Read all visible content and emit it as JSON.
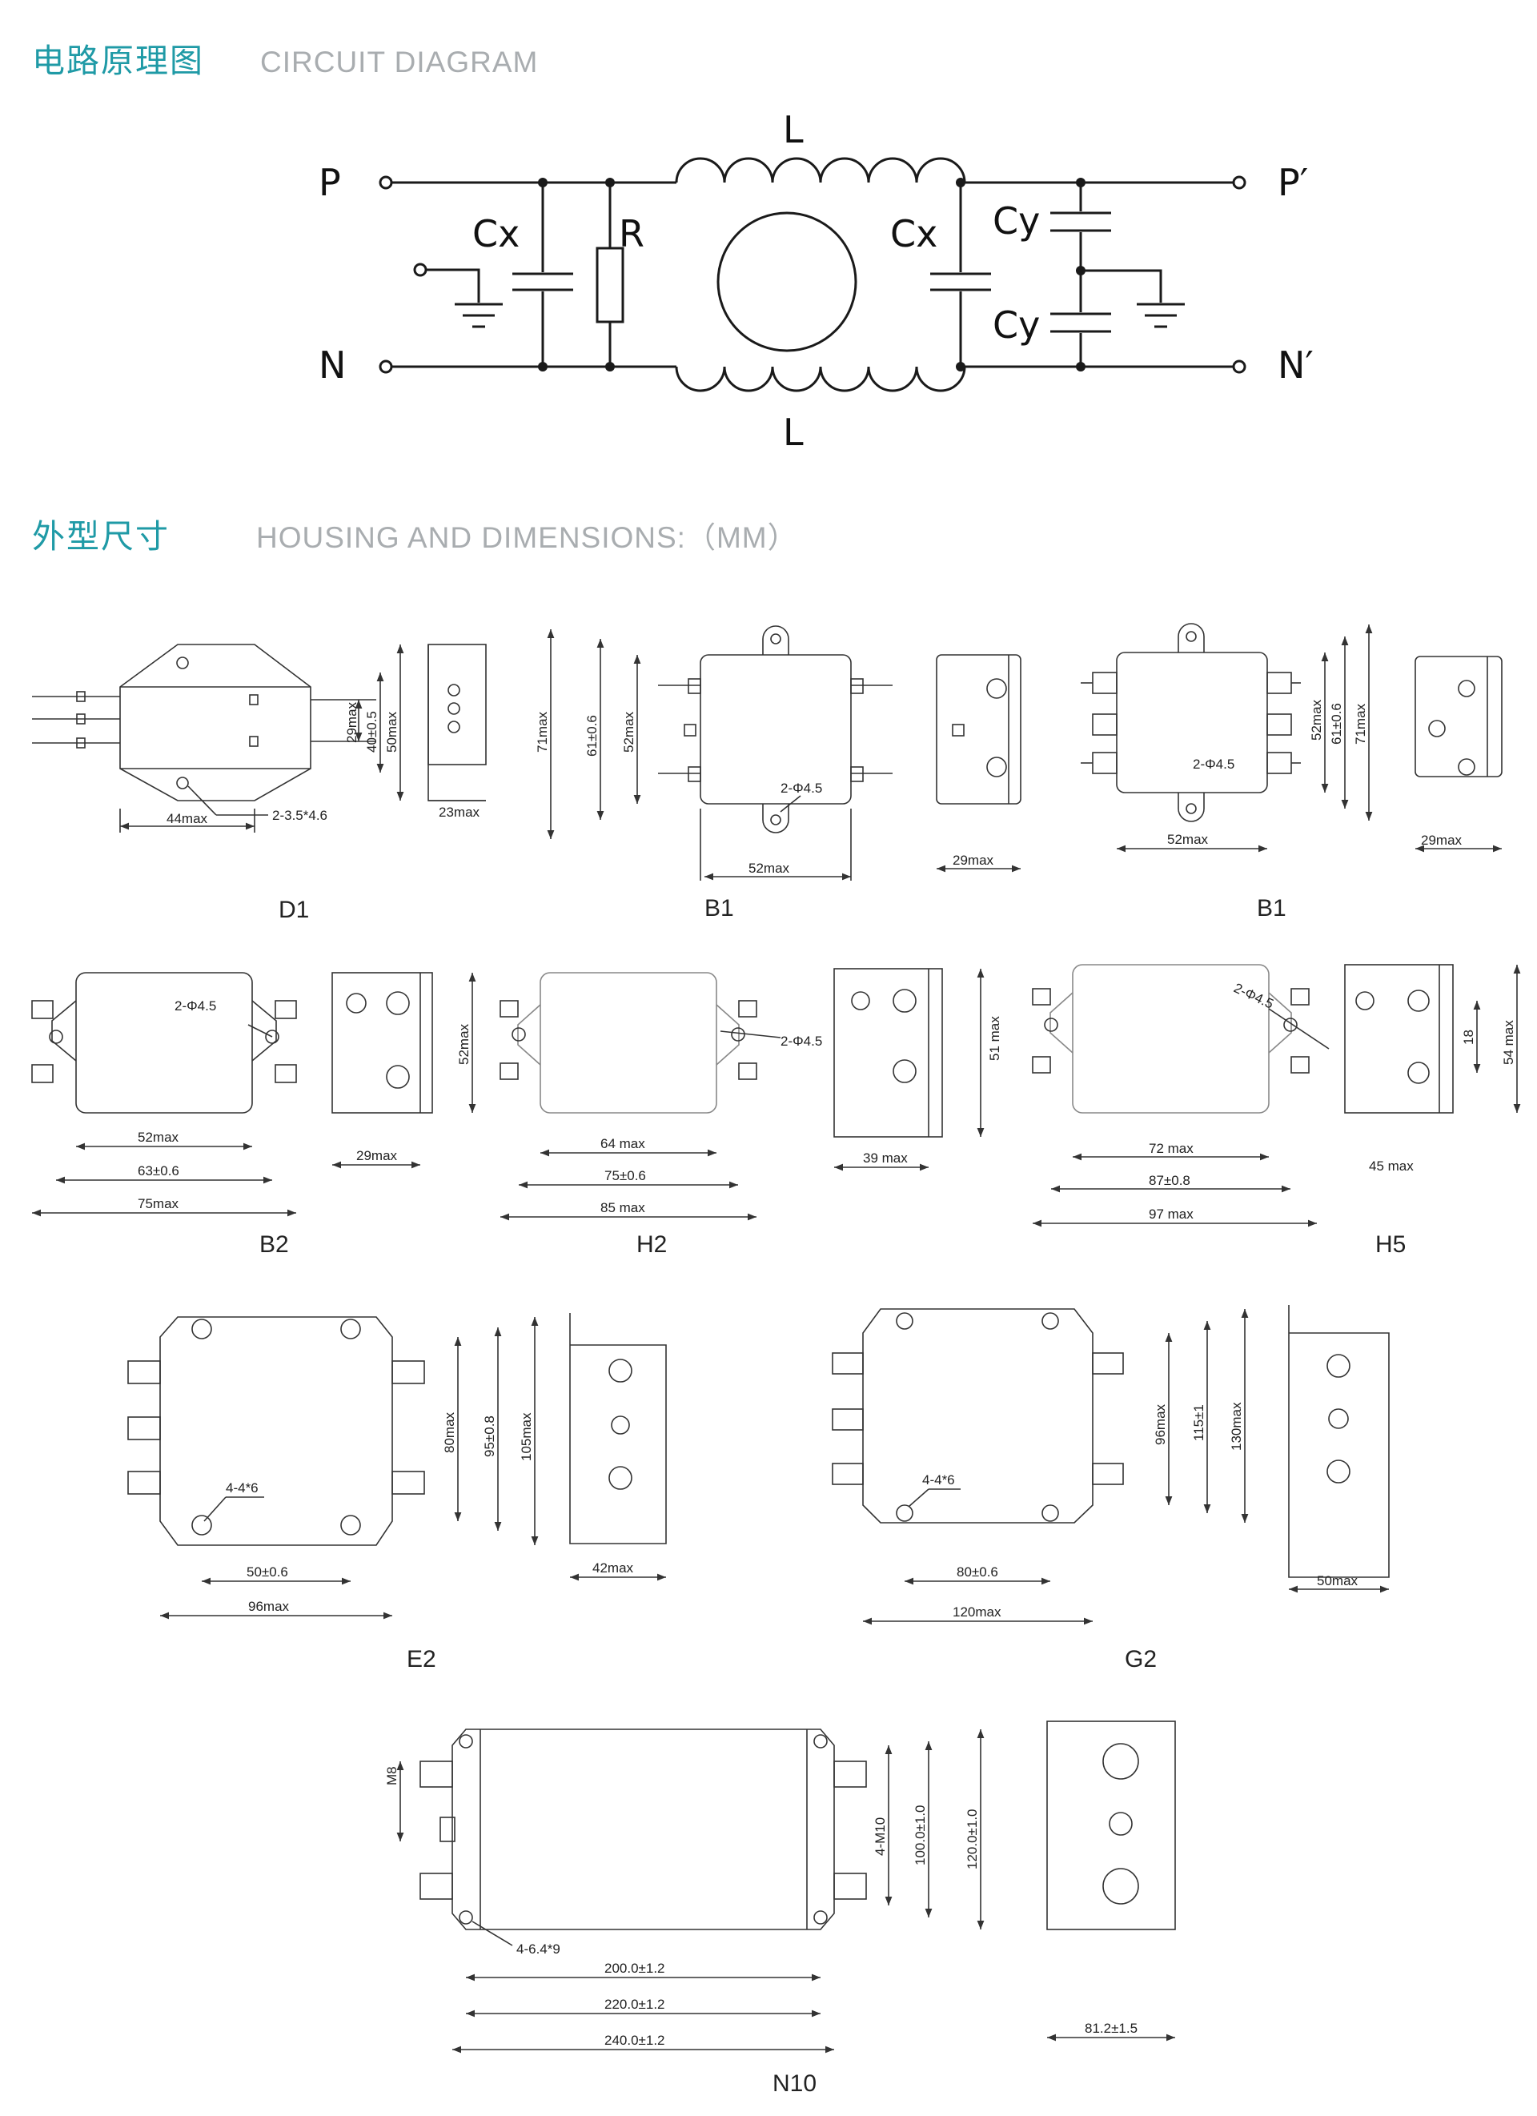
{
  "sections": {
    "circuit": {
      "title_cn": "电路原理图",
      "title_en": "CIRCUIT DIAGRAM"
    },
    "housing": {
      "title_cn": "外型尺寸",
      "title_en": "HOUSING AND DIMENSIONS:（MM）"
    }
  },
  "circuit": {
    "p": "P",
    "n": "N",
    "p_out": "P′",
    "n_out": "N′",
    "inductor": "L",
    "cx": "Cx",
    "cy": "Cy",
    "resistor": "R"
  },
  "models": {
    "d1": {
      "title": "D1",
      "d1": "29max",
      "d2": "40±0.5",
      "d3": "50max",
      "d4": "44max",
      "hole": "2-3.5*4.6",
      "side": "23max"
    },
    "b1a": {
      "title": "B1",
      "h1": "71max",
      "h2": "61±0.6",
      "h3": "52max",
      "hole": "2-Φ4.5",
      "w": "52max",
      "side": "29max"
    },
    "b1b": {
      "title": "B1",
      "hole": "2-Φ4.5",
      "h1": "52max",
      "h2": "61±0.6",
      "h3": "71max",
      "w": "52max",
      "side": "29max"
    },
    "b2": {
      "title": "B2",
      "hole": "2-Φ4.5",
      "w1": "52max",
      "w2": "63±0.6",
      "w3": "75max",
      "side": "29max",
      "h": "52max"
    },
    "h2": {
      "title": "H2",
      "hole": "2-Φ4.5",
      "w1": "64 max",
      "w2": "75±0.6",
      "w3": "85 max",
      "side": "39 max",
      "h": "51 max"
    },
    "h5": {
      "title": "H5",
      "hole": "2-Φ4.5",
      "w1": "72 max",
      "w2": "87±0.8",
      "w3": "97 max",
      "side": "45 max",
      "h1": "18",
      "h2": "54 max"
    },
    "e2": {
      "title": "E2",
      "hole": "4-4*6",
      "h1": "80max",
      "h2": "95±0.8",
      "h3": "105max",
      "w1": "50±0.6",
      "w2": "96max",
      "side": "42max"
    },
    "g2": {
      "title": "G2",
      "hole": "4-4*6",
      "h1": "96max",
      "h2": "115±1",
      "h3": "130max",
      "w1": "80±0.6",
      "w2": "120max",
      "side": "50max"
    },
    "n10": {
      "title": "N10",
      "thread": "M8",
      "hole": "4-6.4*9",
      "bolt": "4-M10",
      "h1": "100.0±1.0",
      "h2": "120.0±1.0",
      "w1": "200.0±1.2",
      "w2": "220.0±1.2",
      "w3": "240.0±1.2",
      "side": "81.2±1.5"
    }
  }
}
